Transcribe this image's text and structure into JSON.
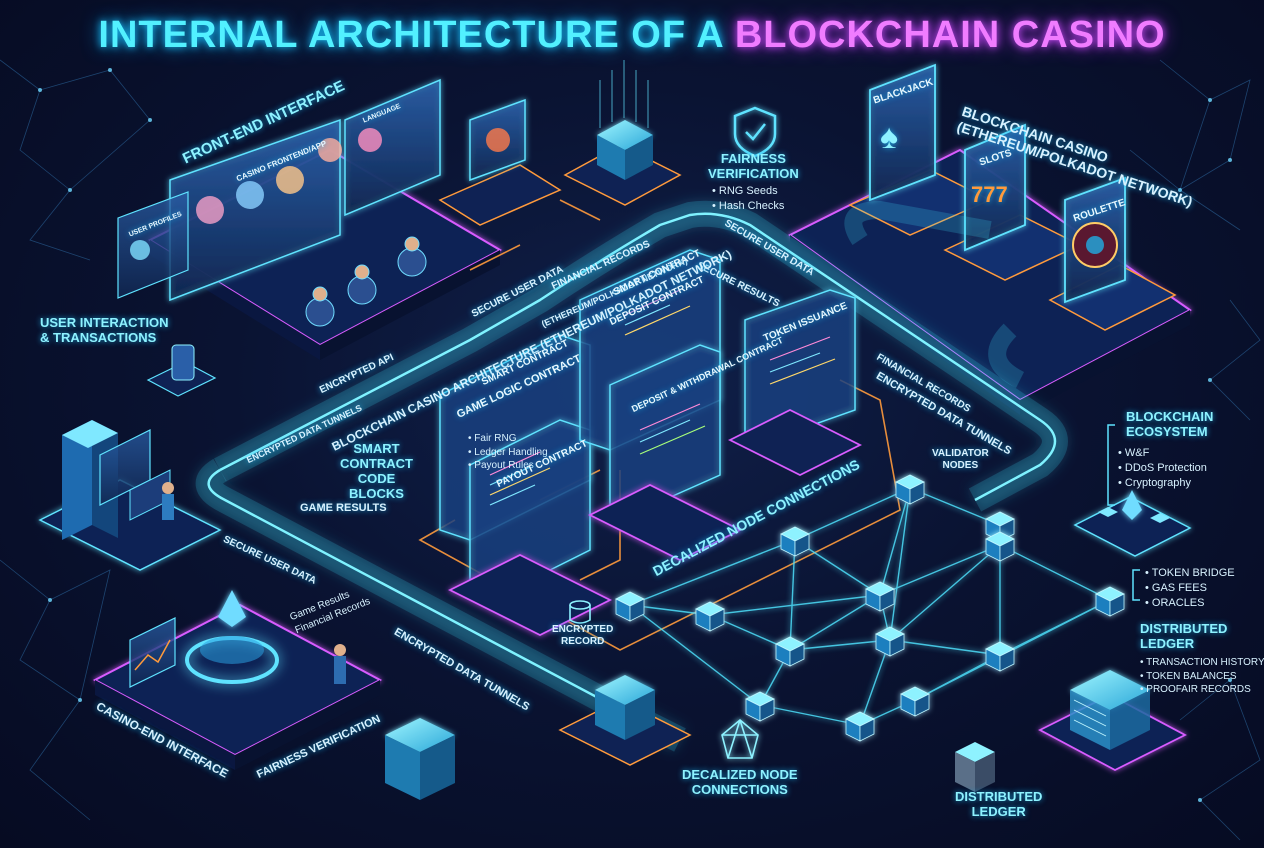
{
  "title": {
    "part1": "INTERNAL ARCHITECTURE OF A ",
    "part2": "BLOCKCHAIN CASINO"
  },
  "front_end": {
    "label": "FRONT-END INTERFACE",
    "panel_casino": "CASINO FRONTEND/APP",
    "panel_user": "USER PROFILES",
    "panel_lang": "LANGUAGE"
  },
  "labels": {
    "user_interaction": "USER INTERACTION\n& TRANSACTIONS",
    "fairness": "FAIRNESS\nVERIFICATION",
    "fairness_items": "• RNG Seeds\n• Hash Checks",
    "casino_network": "BLOCKCHAIN CASINO\n(ETHEREUM/POLKADOT NETWORK)",
    "smart_contract_blocks": "SMART\nCONTRACT\nCODE\nBLOCKS",
    "validator_nodes": "VALIDATOR\nNODES",
    "ecosystem": "BLOCKCHAIN\nECOSYSTEM",
    "ecosystem_items": "• W&F\n• DDoS Protection\n• Cryptography",
    "bridge_items": "• TOKEN BRIDGE\n• GAS FEES\n• ORACLES",
    "distributed_ledger_right": "DISTRIBUTED\nLEDGER",
    "ledger_items": "• TRANSACTION HISTORY\n• TOKEN BALANCES\n• PROOFAIR RECORDS",
    "encrypted_record": "ENCRYPTED\nRECORD",
    "decentralized_bottom": "DECALIZED NODE\nCONNECTIONS",
    "distributed_ledger_bottom": "DISTRIBUTED\nLEDGER",
    "game_results_mid": "GAME RESULTS",
    "game_results_small": "Game Results\nFinancial Records"
  },
  "tunnel_labels": {
    "secure_user_data": "SECURE USER DATA",
    "financial_records": "FINANCIAL RECORDS",
    "network": "(ETHEREUM/POLKADOT NETWORK)",
    "secure_user_data2": "SECURE USER DATA",
    "secure_results": "SECURE RESULTS",
    "architecture": "BLOCKCHAIN CASINO ARCHITECTURE (ETHEREUM/POLKADOT NETWORK)",
    "encrypted_api": "ENCRYPTED API",
    "encrypted_tunnel_left": "ENCRYPTED DATA TUNNELS",
    "secure_user_data_left": "SECURE USER DATA",
    "financial_records_right": "FINANCIAL RECORDS",
    "encrypted_tunnel_right": "ENCRYPTED DATA TUNNELS",
    "decentralized_mid": "DECALIZED NODE CONNECTIONS",
    "encrypted_tunnel_bottom": "ENCRYPTED DATA TUNNELS",
    "fairness_bottom": "FAIRNESS VERIFICATION",
    "backend": "CASINO-END INTERFACE"
  },
  "contracts": [
    {
      "title": "GAME LOGIC CONTRACT",
      "lines": "• Fair RNG\n• Ledger Handling\n• Payout Rules"
    },
    {
      "title": "PAYOUT CONTRACT",
      "lines": ""
    },
    {
      "title": "DEPOSIT CONTRACT",
      "lines": ""
    },
    {
      "title": "DEPOSIT & WITHDRAWAL CONTRACT",
      "lines": ""
    },
    {
      "title": "TOKEN ISSUANCE",
      "lines": ""
    },
    {
      "title": "SMART CONTRACT",
      "lines": ""
    },
    {
      "title": "SMART CONTRACT",
      "lines": ""
    }
  ],
  "games": [
    {
      "name": "BLACKJACK",
      "glyph": "♠"
    },
    {
      "name": "SLOTS",
      "glyph": "777"
    },
    {
      "name": "ROULETTE",
      "glyph": "◎"
    }
  ],
  "colors": {
    "cyan": "#3fe6ff",
    "magenta": "#d85cff",
    "orange": "#ff9a3c",
    "background": "#081030"
  }
}
